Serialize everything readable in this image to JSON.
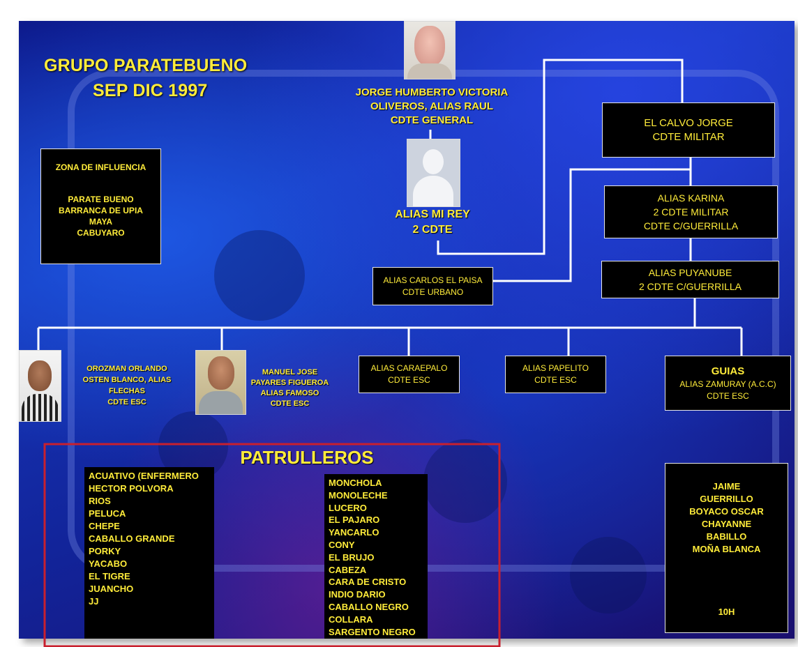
{
  "title": {
    "line1": "GRUPO PARATEBUENO",
    "line2": "SEP  DIC 1997"
  },
  "colors": {
    "text": "#ffec3a",
    "box": "#000000",
    "lines": "#ffffff",
    "patrulleros_frame": "#c8202e"
  },
  "zona": {
    "heading": "ZONA  DE INFLUENCIA",
    "places": [
      "PARATE BUENO",
      "BARRANCA DE UPIA",
      "MAYA",
      "CABUYARO"
    ]
  },
  "leader": {
    "name_l1": "JORGE HUMBERTO VICTORIA",
    "name_l2": "OLIVEROS, ALIAS  RAUL",
    "role": "CDTE GENERAL"
  },
  "mirey": {
    "name": "ALIAS  MI REY",
    "role": "2 CDTE"
  },
  "calvo": {
    "name": "EL CALVO JORGE",
    "role": "CDTE MILITAR"
  },
  "karina": {
    "name": "ALIAS KARINA",
    "role1": "2 CDTE MILITAR",
    "role2": "CDTE C/GUERRILLA"
  },
  "puyanube": {
    "name": "ALIAS PUYANUBE",
    "role": "2  CDTE C/GUERRILLA"
  },
  "carlos": {
    "name": "ALIAS CARLOS EL PAISA",
    "role": "CDTE  URBANO"
  },
  "orozman": {
    "l1": "OROZMAN ORLANDO",
    "l2": "OSTEN BLANCO, ALIAS",
    "l3": "FLECHAS",
    "role": "CDTE ESC"
  },
  "manuel": {
    "l1": "MANUEL JOSE",
    "l2": "PAYARES FIGUEROA",
    "l3": "ALIAS  FAMOSO",
    "role": "CDTE ESC"
  },
  "caraepalo": {
    "name": "ALIAS CARAEPALO",
    "role": "CDTE ESC"
  },
  "papelito": {
    "name": "ALIAS PAPELITO",
    "role": "CDTE ESC"
  },
  "guias": {
    "heading": "GUIAS",
    "name": "ALIAS ZAMURAY (A.C.C)",
    "role": "CDTE ESC"
  },
  "patrulleros": {
    "title": "PATRULLEROS",
    "col1": [
      "ACUATIVO (ENFERMERO",
      "HECTOR POLVORA",
      "RIOS",
      "PELUCA",
      "CHEPE",
      "CABALLO GRANDE",
      "PORKY",
      "YACABO",
      "EL TIGRE",
      "JUANCHO",
      "JJ"
    ],
    "col2": [
      "MONCHOLA",
      "MONOLECHE",
      "LUCERO",
      "EL PAJARO",
      "YANCARLO",
      "CONY",
      "EL BRUJO",
      "CABEZA",
      "CARA DE CRISTO",
      "INDIO DARIO",
      "CABALLO NEGRO",
      "COLLARA",
      "SARGENTO NEGRO"
    ]
  },
  "guerrilla_list": {
    "names": [
      "JAIME",
      "GUERRILLO",
      "BOYACO OSCAR",
      "CHAYANNE",
      "BABILLO",
      "MOÑA  BLANCA"
    ],
    "count": "10H"
  }
}
